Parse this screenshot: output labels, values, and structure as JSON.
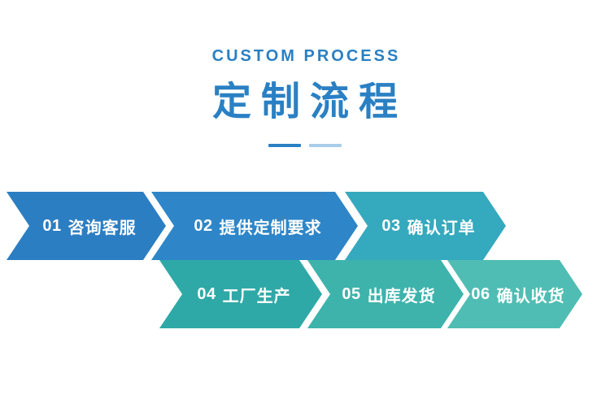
{
  "header": {
    "subtitle": "CUSTOM PROCESS",
    "title": "定制流程"
  },
  "accent": {
    "primary_blue": "#2A80C3",
    "divider_dark": "#2A80C3",
    "divider_light": "#A9CDEA"
  },
  "steps": [
    {
      "num": "01",
      "label": "咨询客服",
      "color": "#2C7EC3"
    },
    {
      "num": "02",
      "label": "提供定制要求",
      "color": "#2E86C8"
    },
    {
      "num": "03",
      "label": "确认订单",
      "color": "#35A9BE"
    },
    {
      "num": "04",
      "label": "工厂生产",
      "color": "#2FA9A7"
    },
    {
      "num": "05",
      "label": "出库发货",
      "color": "#3DB3AC"
    },
    {
      "num": "06",
      "label": "确认收货",
      "color": "#4FBDB3"
    }
  ]
}
